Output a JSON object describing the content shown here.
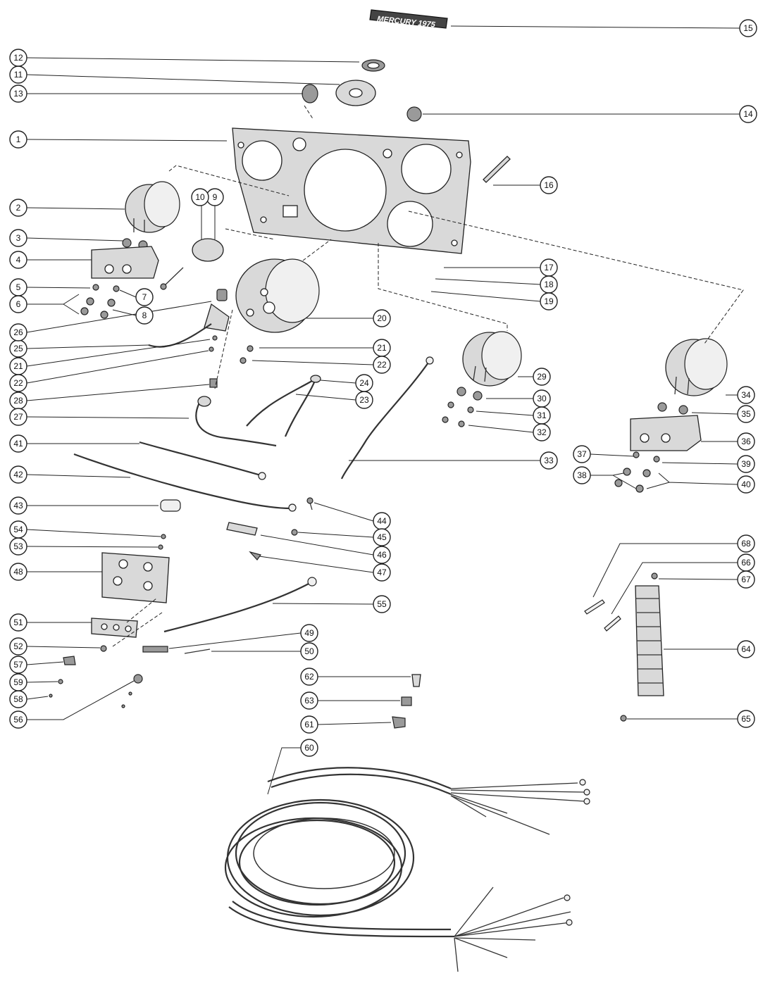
{
  "diagram": {
    "nameplate_text": "MERCURY 1975",
    "callouts": [
      "1",
      "2",
      "3",
      "4",
      "5",
      "6",
      "7",
      "8",
      "9",
      "10",
      "11",
      "12",
      "13",
      "14",
      "15",
      "16",
      "17",
      "18",
      "19",
      "20",
      "21",
      "22",
      "23",
      "24",
      "25",
      "26",
      "27",
      "28",
      "29",
      "30",
      "31",
      "32",
      "33",
      "34",
      "35",
      "36",
      "37",
      "38",
      "39",
      "40",
      "41",
      "42",
      "43",
      "44",
      "45",
      "46",
      "47",
      "48",
      "49",
      "50",
      "51",
      "52",
      "53",
      "54",
      "55",
      "56",
      "57",
      "58",
      "59",
      "60",
      "61",
      "62",
      "63",
      "64",
      "65",
      "66",
      "67",
      "68"
    ],
    "callouts_extra": [
      "21",
      "22"
    ]
  }
}
